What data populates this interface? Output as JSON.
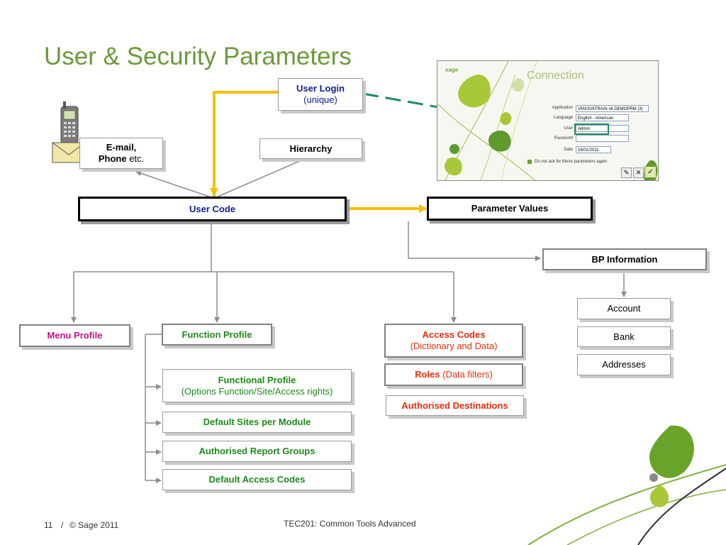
{
  "title": "User & Security Parameters",
  "nodes": {
    "user_login": {
      "label": "User Login",
      "sub": "(unique)"
    },
    "email_phone": {
      "line1": "E-mail,",
      "line2_bold": "Phone",
      "line2_rest": " etc."
    },
    "hierarchy": "Hierarchy",
    "user_code": "User Code",
    "parameter_values": "Parameter Values",
    "bp_information": "BP Information",
    "account": "Account",
    "bank": "Bank",
    "addresses": "Addresses",
    "menu_profile": "Menu Profile",
    "function_profile": "Function Profile",
    "functional_profile": {
      "label": "Functional Profile",
      "sub": "(Options Function/Site/Access rights)"
    },
    "default_sites": "Default Sites per Module",
    "authorised_report_groups": "Authorised Report Groups",
    "default_access_codes": "Default Access Codes",
    "access_codes": {
      "label": "Access Codes",
      "sub": "(Dictionary and Data)"
    },
    "roles": {
      "label": "Roles",
      "sub": " (Data filters)"
    },
    "authorised_destinations": "Authorised Destinations"
  },
  "login_screenshot": {
    "brand": "sage",
    "heading": "Connection",
    "fields": {
      "application_label": "Application",
      "application_value": "VMX3V6TRAIN v6 DEMOPRM (3)",
      "language_label": "Language",
      "language_value": "English - American",
      "user_label": "User",
      "user_value": "Admin",
      "password_label": "Password",
      "date_label": "Date",
      "date_value": "18/01/2011"
    },
    "checkbox_label": "Do not ask for these parameters again"
  },
  "footer": {
    "page": "11",
    "separator": "/",
    "copyright": "© Sage 2011",
    "course": "TEC201: Common Tools Advanced"
  },
  "colors": {
    "title": "#6b9a3a",
    "yellow_arrow": "#f5c000",
    "gray_connector": "#8c8c8c",
    "dashed_link": "#1f8a66",
    "leaf_green": "#6aa329"
  }
}
